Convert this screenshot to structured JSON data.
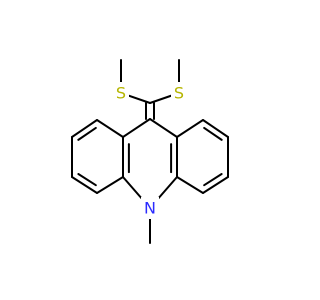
{
  "molecule": {
    "atom_labels": {
      "sulfur_left": "S",
      "sulfur_right": "S",
      "nitrogen": "N"
    },
    "colors": {
      "bond": "#000000",
      "sulfur": "#b5b500",
      "nitrogen": "#2b2bff",
      "background": "#ffffff"
    }
  }
}
